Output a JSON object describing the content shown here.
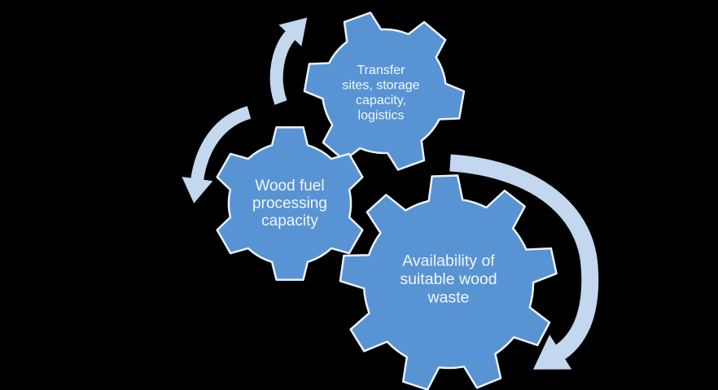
{
  "diagram": {
    "type": "gear-cycle-diagram",
    "background_color": "#000000",
    "colors": {
      "gear_fill": "#5893d3",
      "gear_outline": "#e9f1fa",
      "arrow_fill": "#c3d7ef",
      "label_text": "#f1f7fd"
    },
    "gears": [
      {
        "id": "transfer-sites",
        "label": "Transfer sites, storage capacity, logistics",
        "lines": [
          "Transfer",
          "sites, storage",
          "capacity,",
          "logistics"
        ],
        "size": "medium",
        "teeth": 6
      },
      {
        "id": "wood-fuel-processing",
        "label": "Wood fuel processing capacity",
        "lines": [
          "Wood fuel",
          "processing",
          "capacity"
        ],
        "size": "medium",
        "teeth": 6
      },
      {
        "id": "availability-wood-waste",
        "label": "Availability of suitable wood waste",
        "lines": [
          "Availability of",
          "suitable wood",
          "waste"
        ],
        "size": "large",
        "teeth": 9
      }
    ],
    "arrows": [
      {
        "id": "arrow-up-right",
        "description": "small curved arrow pointing up-right above the middle gear"
      },
      {
        "id": "arrow-down-left",
        "description": "small curved arrow pointing down-left beside the middle gear"
      },
      {
        "id": "arrow-clockwise",
        "description": "large clockwise arc arrow wrapping the right side of the large gear"
      }
    ]
  }
}
